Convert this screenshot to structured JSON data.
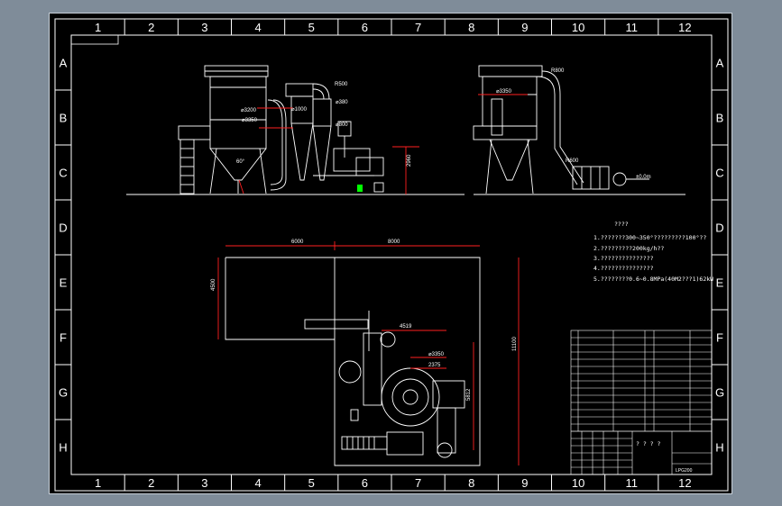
{
  "theme": {
    "background": "#000000",
    "line": "#ffffff",
    "dimension": "#ff2020",
    "accent": "#00ff00",
    "frame": "#7f8c99"
  },
  "grid": {
    "columns": [
      "1",
      "2",
      "3",
      "4",
      "5",
      "6",
      "7",
      "8",
      "9",
      "10",
      "11",
      "12"
    ],
    "rows": [
      "A",
      "B",
      "C",
      "D",
      "E",
      "F",
      "G",
      "H"
    ]
  },
  "elevation_dims": [
    "⌀3200",
    "⌀3350",
    "⌀1000",
    "R500",
    "⌀380",
    "⌀800",
    "2960",
    "60°"
  ],
  "side_dims": [
    "⌀3350",
    "R800",
    "R600",
    "±0.0m"
  ],
  "plan_dims": {
    "top_left": "6000",
    "top_right": "8000",
    "left": "4500",
    "right": "11100",
    "d1": "4519",
    "d2": "⌀3350",
    "d3": "2375",
    "d4": "5812"
  },
  "notes": {
    "title": "????",
    "lines": [
      "1.???????300~350°?????????100°??",
      "2.?????????200kg/h??",
      "3.???????????????",
      "4.???????????????",
      "5.????????0.6~0.8MPa(40M2???1)62kW"
    ]
  },
  "title_block": {
    "title": "? ? ? ?",
    "code": "LPG200"
  }
}
